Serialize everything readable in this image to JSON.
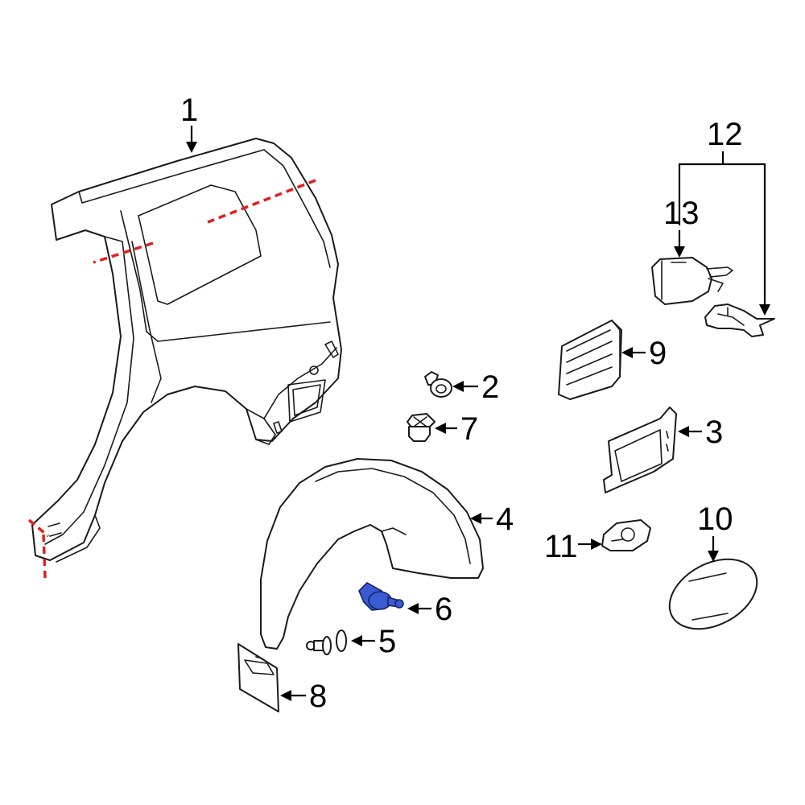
{
  "diagram": {
    "accent_color": "#3a5bd1",
    "cut_line_color": "#e0201e",
    "highlighted_part": "6",
    "callouts": [
      {
        "id": "1",
        "label": "1"
      },
      {
        "id": "2",
        "label": "2"
      },
      {
        "id": "3",
        "label": "3"
      },
      {
        "id": "4",
        "label": "4"
      },
      {
        "id": "5",
        "label": "5"
      },
      {
        "id": "6",
        "label": "6"
      },
      {
        "id": "7",
        "label": "7"
      },
      {
        "id": "8",
        "label": "8"
      },
      {
        "id": "9",
        "label": "9"
      },
      {
        "id": "10",
        "label": "10"
      },
      {
        "id": "11",
        "label": "11"
      },
      {
        "id": "12",
        "label": "12"
      },
      {
        "id": "13",
        "label": "13"
      }
    ]
  }
}
